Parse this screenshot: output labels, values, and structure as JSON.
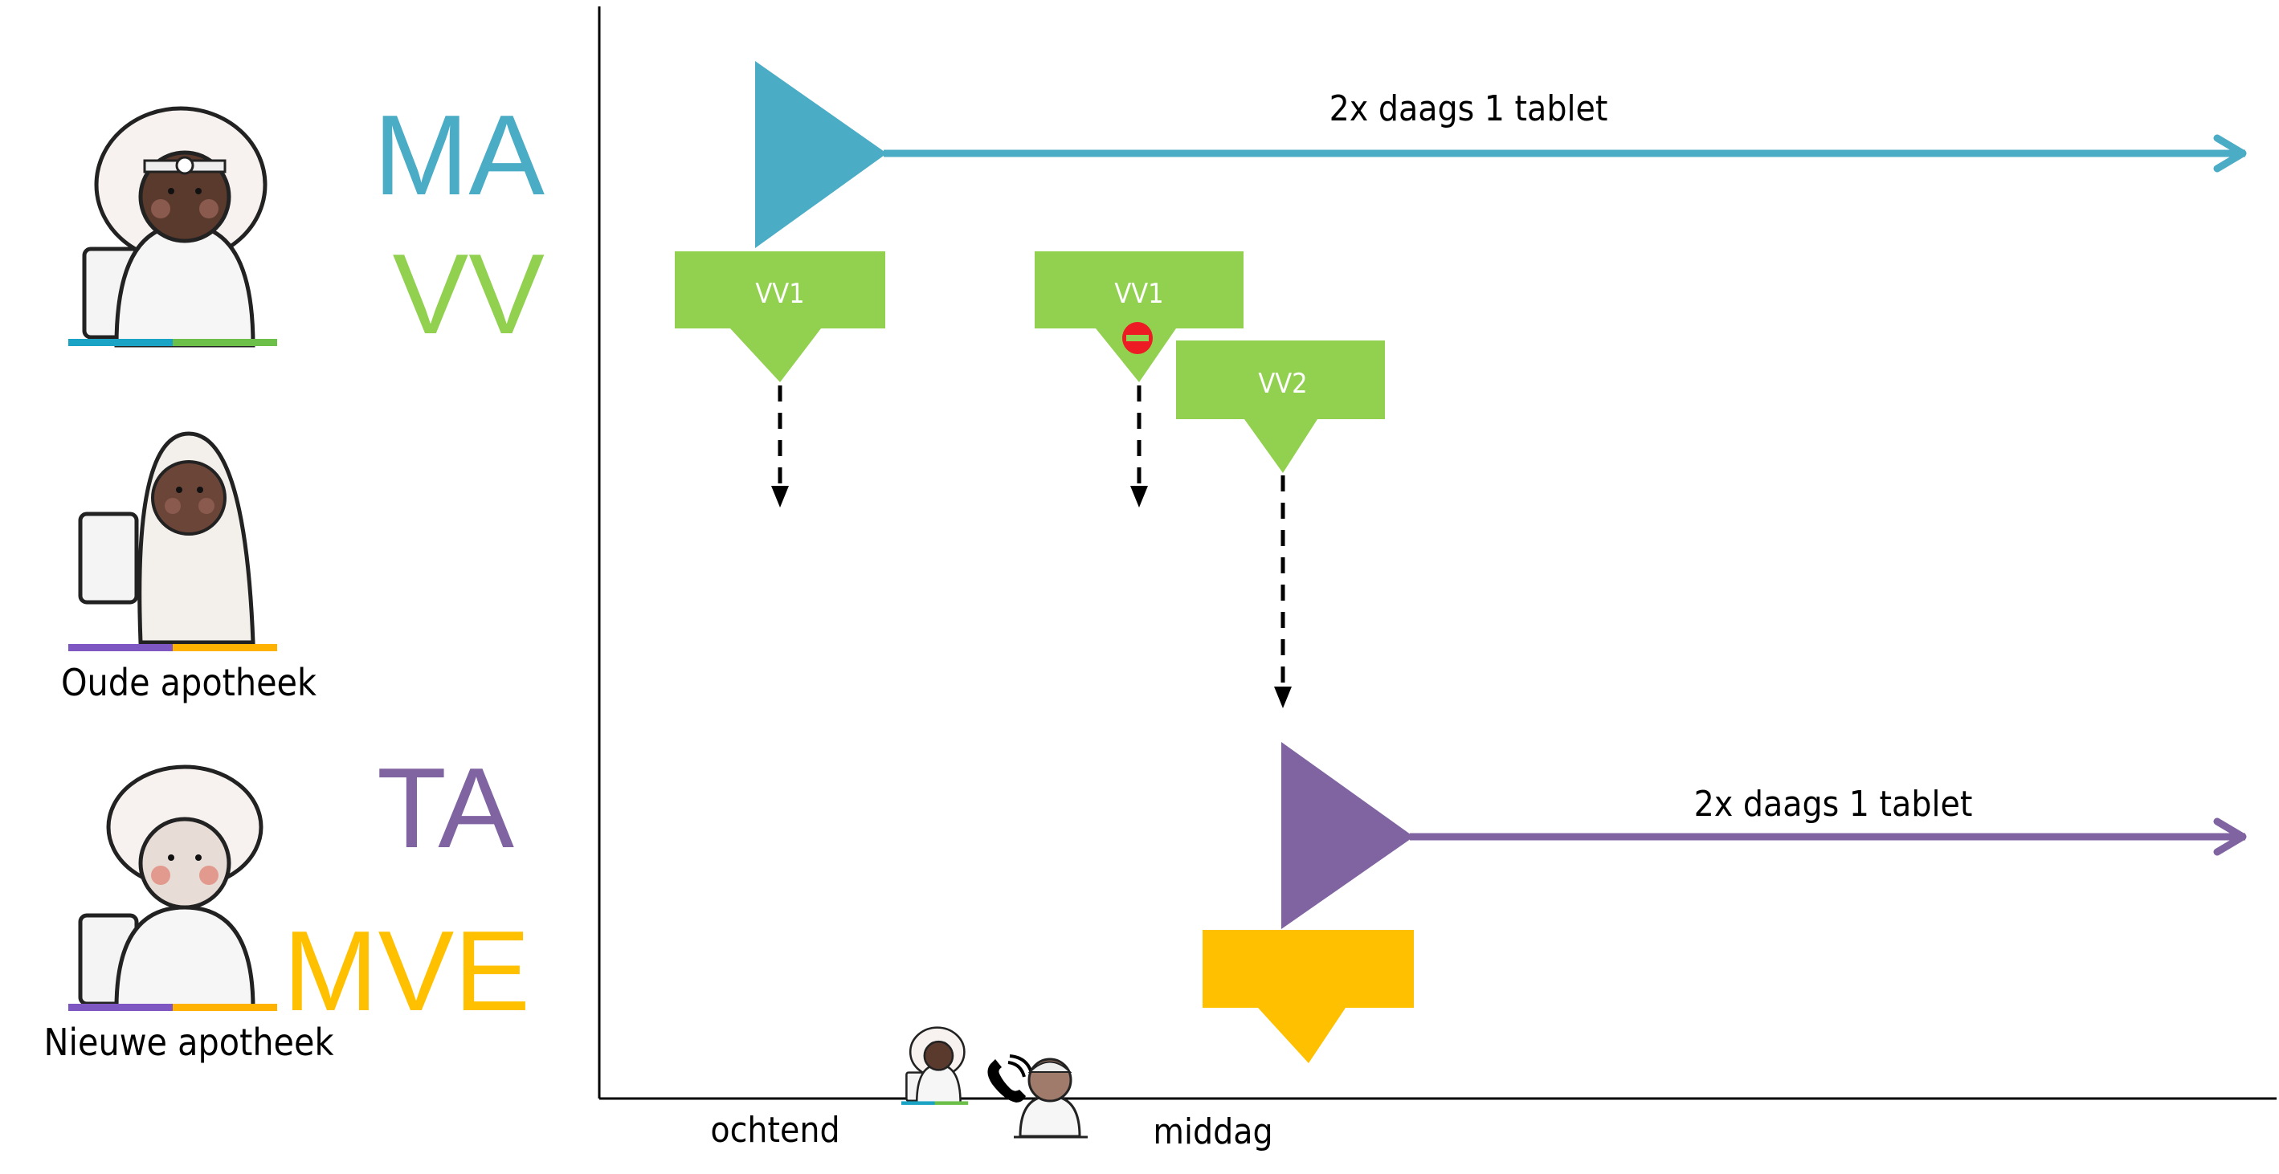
{
  "roles": {
    "ma": {
      "label": "MA",
      "color": "#4BACC6"
    },
    "vv": {
      "label": "VV",
      "color": "#92D050"
    },
    "ta": {
      "label": "TA",
      "color": "#8064A2"
    },
    "mve": {
      "label": "MVE",
      "color": "#FFC000"
    }
  },
  "actors": {
    "doctor": {
      "icon": "doctor-avatar-icon"
    },
    "old_pharmacy": {
      "label": "Oude apotheek",
      "icon": "pharmacist-hijab-avatar-icon"
    },
    "new_pharmacy": {
      "label": "Nieuwe apotheek",
      "icon": "pharmacist-avatar-icon"
    }
  },
  "timeline": {
    "ma_dosage": "2x daags 1 tablet",
    "ta_dosage": "2x daags 1 tablet",
    "vv_boxes": [
      {
        "label": "VV1",
        "status": "sent"
      },
      {
        "label": "VV1",
        "status": "cancelled",
        "status_icon": "no-entry-icon"
      },
      {
        "label": "VV2",
        "status": "sent"
      }
    ],
    "mve_box": {
      "label": ""
    },
    "x_labels": {
      "morning": "ochtend",
      "afternoon": "middag"
    },
    "phone_call_icon": "phone-call-icon"
  }
}
